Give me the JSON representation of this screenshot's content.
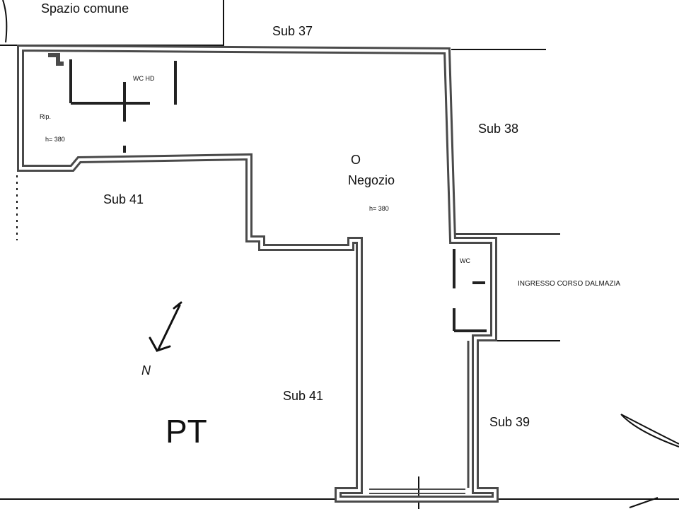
{
  "labels": {
    "spazio_comune": "Spazio comune",
    "sub37": "Sub 37",
    "sub38": "Sub 38",
    "sub41_left": "Sub 41",
    "sub41_bottom": "Sub 41",
    "sub39": "Sub 39",
    "negozio_marker": "O",
    "negozio": "Negozio",
    "negozio_height": "h= 380",
    "wc_hd": "WC HD",
    "rip": "Rip.",
    "rip_height": "h= 380",
    "wc": "WC",
    "ingresso": "INGRESSO CORSO DALMAZIA",
    "floor": "PT",
    "north": "N"
  },
  "colors": {
    "wall": "#4a4a4a",
    "line": "#111111",
    "background": "#ffffff"
  }
}
